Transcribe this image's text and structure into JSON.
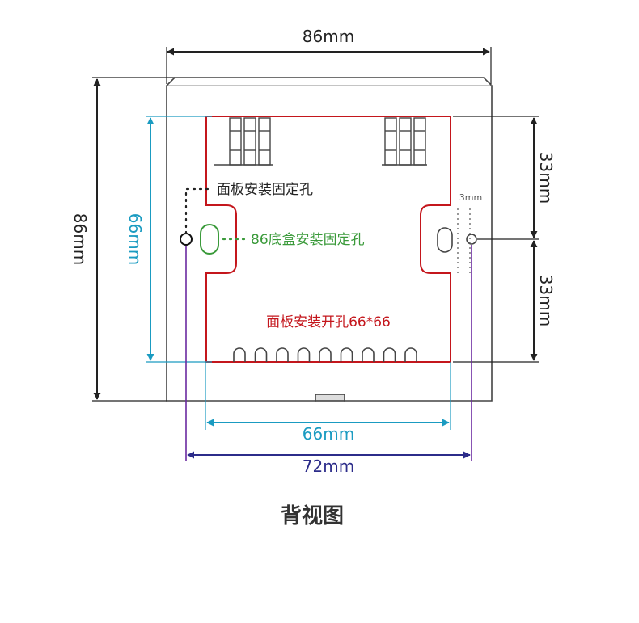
{
  "dimensions": {
    "top_width": "86mm",
    "left_height": "86mm",
    "cutout_height": "66mm",
    "right_upper": "33mm",
    "right_lower": "33mm",
    "side_gap": "3mm",
    "cutout_width": "66mm",
    "hole_spacing": "72mm"
  },
  "notes": {
    "panel_hole": "面板安装固定孔",
    "box_hole": "86底盒安装固定孔",
    "cutout": "面板安装开孔66*66"
  },
  "caption": "背视图",
  "colors": {
    "black": "#222222",
    "cyan": "#1a9bc1",
    "purple": "#6b2aa0",
    "navy": "#2c2c8a",
    "red": "#c4161c",
    "green": "#3a9a3a",
    "gray": "#666666"
  }
}
